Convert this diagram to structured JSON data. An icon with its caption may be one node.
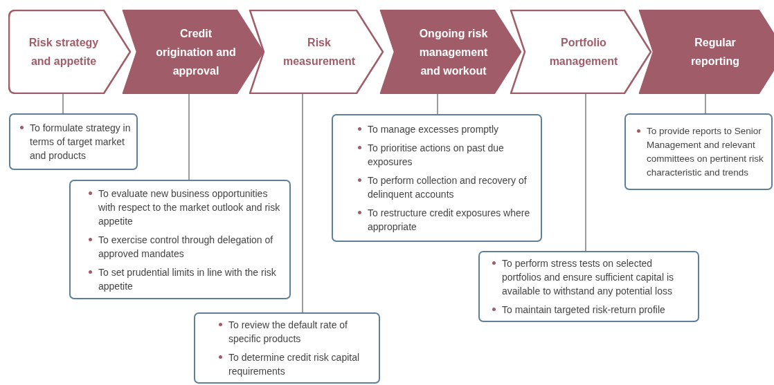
{
  "diagram": {
    "nodes": [
      {
        "text": [
          "Risk strategy and appetite"
        ]
      },
      {
        "text": [
          "Credit origination and approval"
        ]
      },
      {
        "text": [
          "Risk measurement"
        ]
      },
      {
        "text": [
          "Ongoing risk management and workout"
        ]
      },
      {
        "text": [
          "Portfolio management"
        ]
      },
      {
        "text": [
          "Regular reporting"
        ]
      },
      {
        "text": [
          "To formulate strategy in terms of target market and products"
        ]
      },
      {
        "text": [
          "To evaluate new business opportunities with respect to the market outlook and risk appetite",
          "To exercise control through delegation of approved mandates",
          "To set prudential limits in line with the risk appetite"
        ]
      },
      {
        "text": [
          "To review the default rate of specific products",
          "To determine credit risk capital requirements"
        ]
      },
      {
        "text": [
          "To manage excesses promptly",
          "To prioritise actions on past due exposures",
          "To perform collection and recovery of delinquent accounts",
          "To restructure credit exposures where appropriate"
        ]
      },
      {
        "text": [
          "To perform stress tests on selected portfolios and ensure sufficient capital is available to withstand any potential loss",
          "To maintain targeted risk-return profile"
        ]
      },
      {
        "text": [
          "To provide reports to Senior Management and relevant committees on pertinent risk characteristic and trends"
        ]
      }
    ],
    "edges": [
      {
        "from": 0,
        "to": 6,
        "arrow": "none"
      },
      {
        "from": 1,
        "to": 7,
        "arrow": "none"
      },
      {
        "from": 2,
        "to": 8,
        "arrow": "none"
      },
      {
        "from": 3,
        "to": 9,
        "arrow": "none"
      },
      {
        "from": 4,
        "to": 10,
        "arrow": "none"
      },
      {
        "from": 5,
        "to": 11,
        "arrow": "none"
      }
    ]
  }
}
